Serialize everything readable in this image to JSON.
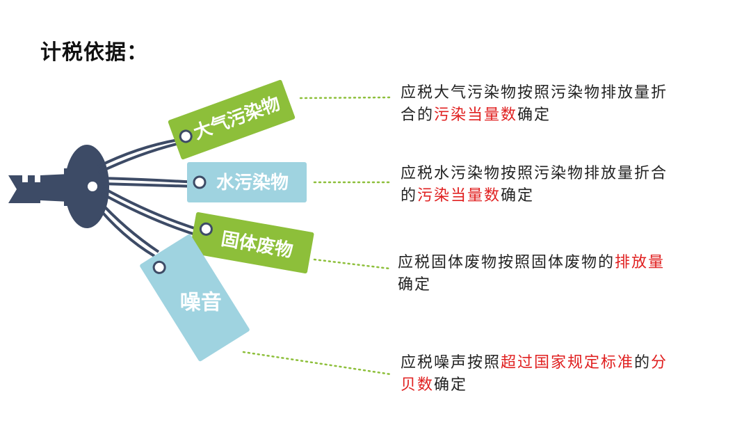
{
  "page": {
    "title": "计税依据："
  },
  "colors": {
    "green": "#8dbf3a",
    "blue": "#9fd3e0",
    "key": "#3d4b66",
    "highlight": "#e02020",
    "dots": "#8dbf3a"
  },
  "tags": [
    {
      "label": "大气污染物",
      "color": "green"
    },
    {
      "label": "水污染物",
      "color": "blue"
    },
    {
      "label": "固体废物",
      "color": "green"
    },
    {
      "label": "噪音",
      "color": "blue"
    }
  ],
  "descriptions": [
    {
      "segments": [
        {
          "text": "应税大气污染物按照污染物排放量折合的",
          "highlight": false
        },
        {
          "text": "污染当量数",
          "highlight": true
        },
        {
          "text": "确定",
          "highlight": false
        }
      ]
    },
    {
      "segments": [
        {
          "text": "应税水污染物按照污染物排放量折合的",
          "highlight": false
        },
        {
          "text": "污染当量数",
          "highlight": true
        },
        {
          "text": "确定",
          "highlight": false
        }
      ]
    },
    {
      "segments": [
        {
          "text": "应税固体废物按照固体废物的",
          "highlight": false
        },
        {
          "text": "排放量",
          "highlight": true
        },
        {
          "text": "确定",
          "highlight": false
        }
      ]
    },
    {
      "segments": [
        {
          "text": "应税噪声按照",
          "highlight": false
        },
        {
          "text": "超过国家规定标准",
          "highlight": true
        },
        {
          "text": "的",
          "highlight": false
        },
        {
          "text": "分贝数",
          "highlight": true
        },
        {
          "text": "确定",
          "highlight": false
        }
      ]
    }
  ]
}
